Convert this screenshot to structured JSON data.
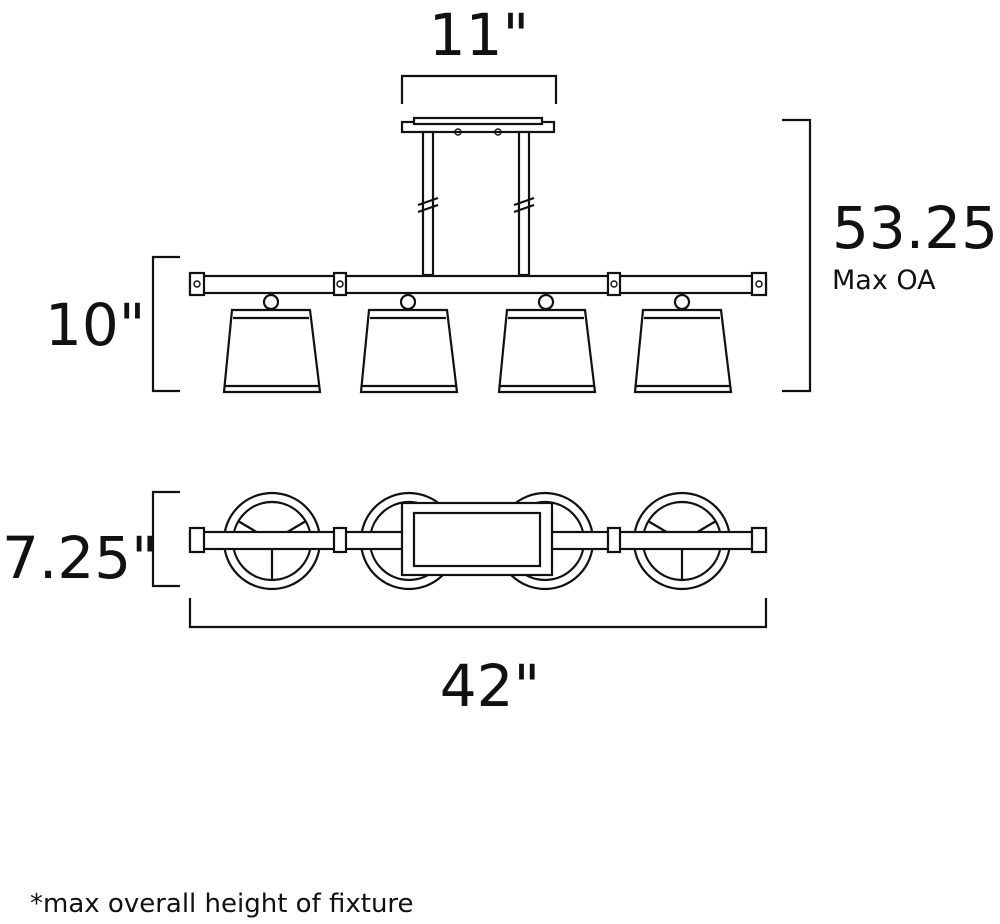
{
  "dimensions": {
    "canopy_width": "11\"",
    "overall_height": "53.25\"",
    "overall_height_note": "Max OA",
    "shade_height": "10\"",
    "depth": "7.25\"",
    "length": "42\""
  },
  "footnote": "*max overall height of fixture"
}
